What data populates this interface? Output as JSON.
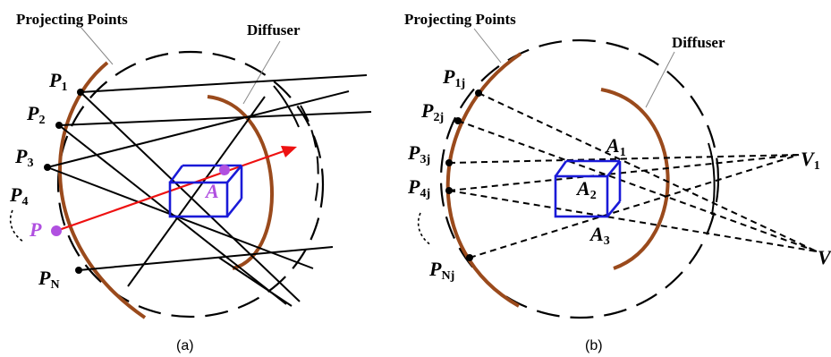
{
  "colors": {
    "arc": "#9a4a1c",
    "cube": "#1a1ad8",
    "ray": "#ee1111",
    "point": "#b050e0",
    "line": "#000000"
  },
  "panel_a": {
    "caption": "(a)",
    "projecting_points_label": "Projecting Points",
    "diffuser_label": "Diffuser",
    "p1": "P",
    "p1_sub": "1",
    "p2": "P",
    "p2_sub": "2",
    "p3": "P",
    "p3_sub": "3",
    "p4": "P",
    "p4_sub": "4",
    "p": "P",
    "pn": "P",
    "pn_sub": "N",
    "a": "A"
  },
  "panel_b": {
    "caption": "(b)",
    "projecting_points_label": "Projecting Points",
    "diffuser_label": "Diffuser",
    "p1": "P",
    "p1_sub": "1j",
    "p2": "P",
    "p2_sub": "2j",
    "p3": "P",
    "p3_sub": "3j",
    "p4": "P",
    "p4_sub": "4j",
    "pn": "P",
    "pn_sub": "Nj",
    "a1": "A",
    "a1_sub": "1",
    "a2": "A",
    "a2_sub": "2",
    "a3": "A",
    "a3_sub": "3",
    "v1": "V",
    "v1_sub": "1",
    "v2": "V"
  }
}
